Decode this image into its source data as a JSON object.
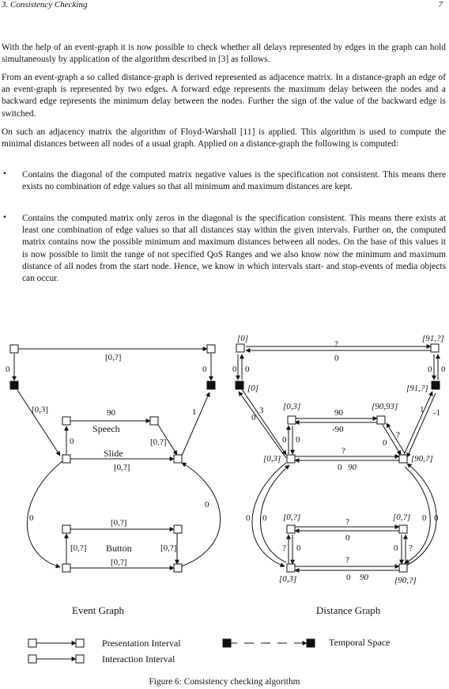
{
  "header": {
    "section": "3.  Consistency Checking",
    "page_number": "7"
  },
  "paragraphs": [
    "With the help of an event-graph it is now possible to check whether all delays represented by edges in the graph can hold simultaneously by application of the algorithm described in [3] as follows.",
    "From an event-graph a so called distance-graph is derived represented as adjacence matrix. In a distance-graph an edge of an event-graph is represented by two edges. A forward edge represents the maximum delay between the nodes and a backward edge represents the minimum delay between the nodes. Further the sign of the value of the backward edge is switched.",
    "On such an adjacency matrix the algorithm of Floyd-Warshall [11] is applied. This algorithm is used to compute the minimal distances between all nodes of a usual graph. Applied on a distance-graph the following is computed:"
  ],
  "bullets": [
    "Contains the diagonal of the computed matrix negative values is the specification not consistent. This means there exists no combination of edge values so that all minimum and maximum distances are kept.",
    "Contains the computed matrix only zeros in the diagonal is the specification consistent. This means there exists at least one combination of edge values so that all distances stay within the given intervals. Further on, the computed matrix contains now the possible minimum and maximum distances between all nodes. On the base of this values it is now possible to limit the range of not specified QoS Ranges and we also know now the minimum and maximum distance of all nodes from the start node. Hence, we know in which intervals start- and stop-events of media objects can occur."
  ],
  "bullet_marker": "•",
  "figure": {
    "event_graph": {
      "title": "Event Graph",
      "labels": {
        "top": "[0,?]",
        "left_top": "0",
        "right_top": "0",
        "left_diag": "[0,3]",
        "right_diag": "1",
        "speech_val": "90",
        "speech_name": "Speech",
        "speech_left": "0",
        "speech_right": "[0,?]",
        "slide_name": "Slide",
        "slide_val": "[0,?]",
        "outer_left": "0",
        "outer_right": "0",
        "button_top": "[0,?]",
        "button_left": "[0,?]",
        "button_name": "Button",
        "button_right": "[0,?]",
        "button_bottom": "[0,?]"
      }
    },
    "distance_graph": {
      "title": "Distance Graph",
      "labels": {
        "tl_node": "[0]",
        "tr_node": "[91,?]",
        "top_fwd": "?",
        "top_back": "0",
        "left_top_a": "0",
        "left_top_b": "0",
        "right_top_a": "0",
        "right_top_b": "0",
        "ml_node": "[0]",
        "mr_node": "[91,?]",
        "left_diag_a": "0",
        "left_diag_b": "3",
        "right_diag_a": "1",
        "right_diag_b": "-1",
        "sp_left_node": "[0,3]",
        "sp_right_node": "[90,93]",
        "sp_fwd": "90",
        "sp_back": "-90",
        "sp_left_a": "0",
        "sp_left_b": "0",
        "sp_right_a": "0",
        "sp_right_b": "?",
        "sl_left_node": "[0,3]",
        "sl_right_node": "[90,?]",
        "sl_fwd": "?",
        "sl_back": "0",
        "sl_back2": "90",
        "outer_l_a": "0",
        "outer_l_b": "0",
        "outer_r_a": "0",
        "outer_r_b": "0",
        "bt_left_node": "[0,?]",
        "bt_right_node": "[0,?]",
        "bt_fwd": "?",
        "bt_back": "0",
        "bt_left_a": "?",
        "bt_left_b": "0",
        "bt_right_a": "0",
        "bt_right_b": "?",
        "bb_left_node": "[0,3]",
        "bb_right_node": "[90,?]",
        "bb_fwd": "?",
        "bb_back": "0",
        "bb_back2": "90"
      }
    },
    "legend": {
      "presentation": "Presentation Interval",
      "interaction": "Interaction Interval",
      "temporal": "Temporal Space"
    },
    "caption": "Figure 6: Consistency checking algorithm"
  }
}
